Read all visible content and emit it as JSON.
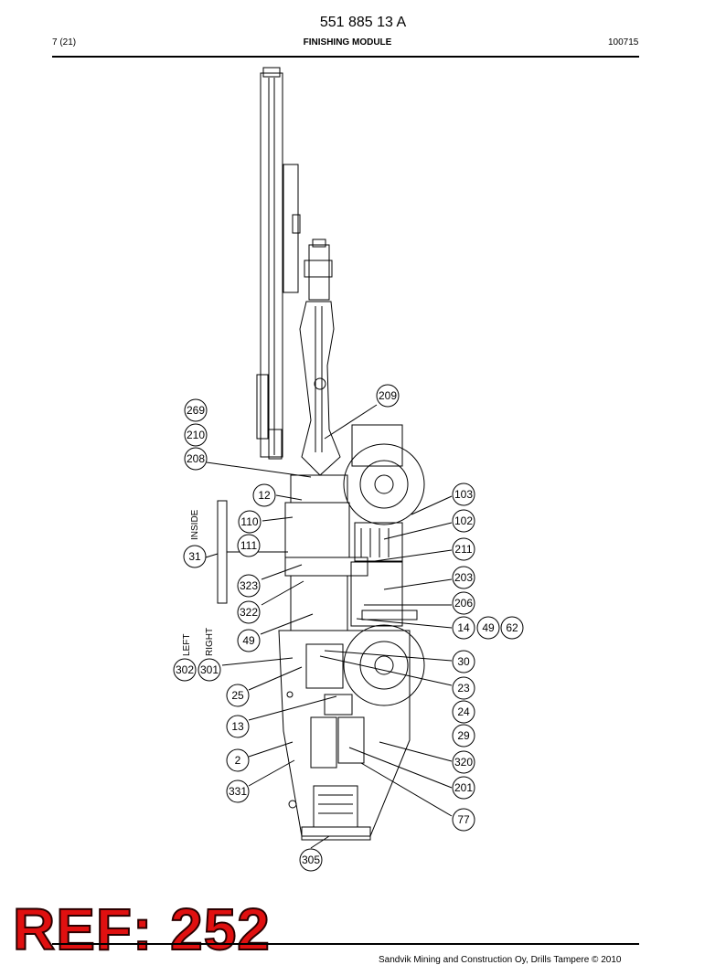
{
  "header": {
    "document_number": "551 885 13 A",
    "page": "7 (21)",
    "title": "FINISHING MODULE",
    "code": "100715"
  },
  "side_labels": {
    "inside": "INSIDE",
    "left": "LEFT",
    "right": "RIGHT"
  },
  "callouts": [
    "269",
    "210",
    "208",
    "209",
    "12",
    "110",
    "111",
    "31",
    "323",
    "322",
    "49",
    "302",
    "301",
    "25",
    "13",
    "2",
    "331",
    "305",
    "103",
    "102",
    "211",
    "203",
    "206",
    "14",
    "49",
    "62",
    "30",
    "23",
    "24",
    "29",
    "320",
    "201",
    "77"
  ],
  "footer": {
    "stamp": "REF: 252",
    "copyright": "Sandvik Mining and Construction Oy, Drills Tampere © 2010"
  }
}
